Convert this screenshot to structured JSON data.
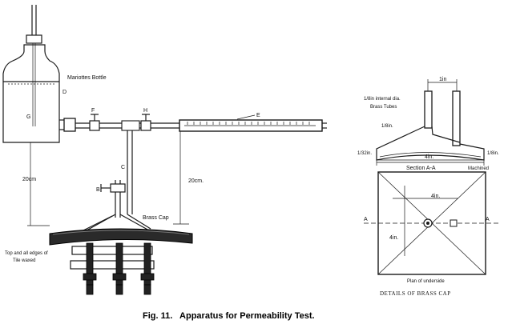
{
  "labels": {
    "bottle": "Mariottes Bottle",
    "d": "D",
    "g": "G",
    "f": "F",
    "h": "H",
    "e": "E",
    "c": "C",
    "b": "B",
    "h_left": "20cm",
    "h_right": "20cm.",
    "brass_cap": "Brass Cap",
    "tile_note_1": "Top and all edges of",
    "tile_note_2": "Tile waxed"
  },
  "detail": {
    "dim_top": "1in",
    "internal_dia_1": "1/8in internal dia.",
    "internal_dia_2": "Brass Tubes",
    "left_angle": "1/8in.",
    "left_thick": "1/32in.",
    "right_thick": "1/8in.",
    "width_section": "4in.",
    "section_label": "Section A-A",
    "machined": "Machined",
    "plan_width": "4in.",
    "plan_height": "4in.",
    "mark_a_left": "A",
    "mark_a_right": "A",
    "plan_label": "Plan of underside",
    "title": "DETAILS OF BRASS CAP"
  },
  "caption": "Fig. 11.   Apparatus for Permeability Test."
}
